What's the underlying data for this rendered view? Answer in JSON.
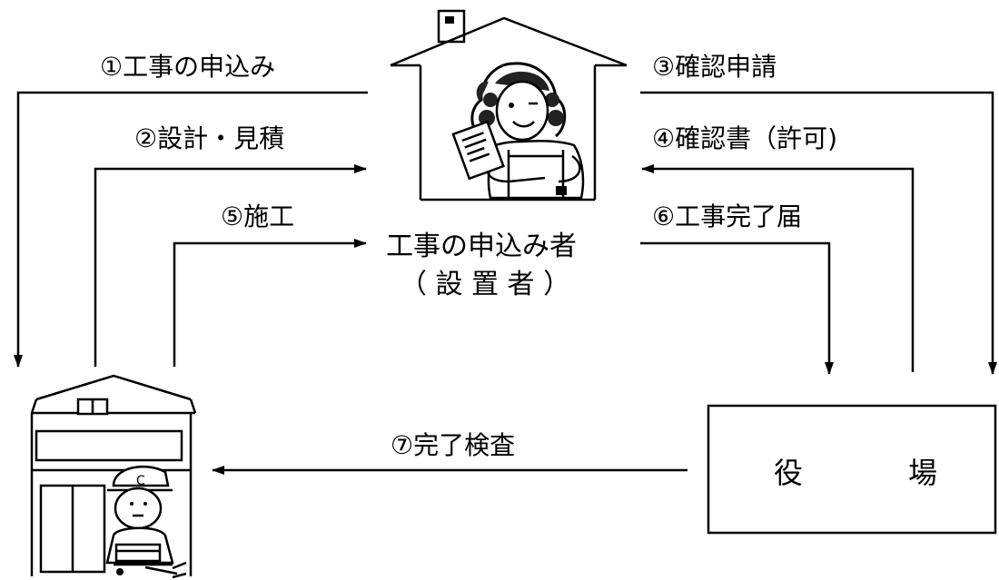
{
  "steps": {
    "s1": "①工事の申込み",
    "s2": "②設計・見積",
    "s3": "③確認申請",
    "s4": "④確認書（許可)",
    "s5": "⑤施工",
    "s6": "⑥工事完了届",
    "s7": "⑦完了検査"
  },
  "applicant": {
    "line1": "工事の申込み者",
    "line2": "（ 設 置 者 ）"
  },
  "office": {
    "char1": "役",
    "char2": "場"
  },
  "colors": {
    "ink": "#000000",
    "paper": "#ffffff"
  }
}
